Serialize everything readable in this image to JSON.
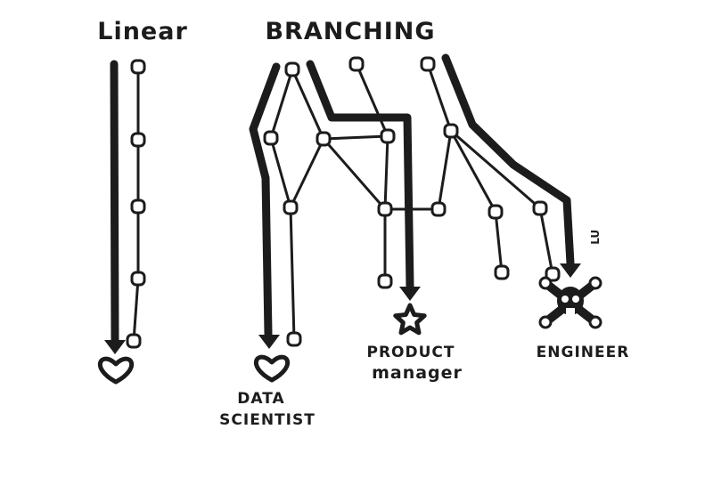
{
  "titles": {
    "linear": "Linear",
    "branching": "BRANCHING"
  },
  "roles": {
    "data_scientist": [
      "DATA",
      "SCIENTIST"
    ],
    "product_manager": [
      "PRODUCT",
      "manager"
    ],
    "engineer": "ENGINEER"
  },
  "signature": "LU",
  "colors": {
    "ink": "#1c1c1c",
    "background": "#ffffff"
  },
  "icons": {
    "linear_end": "heart-icon",
    "data_scientist_end": "heart-icon",
    "product_manager_end": "star-icon",
    "engineer_end": "skull-crossbones-icon"
  }
}
